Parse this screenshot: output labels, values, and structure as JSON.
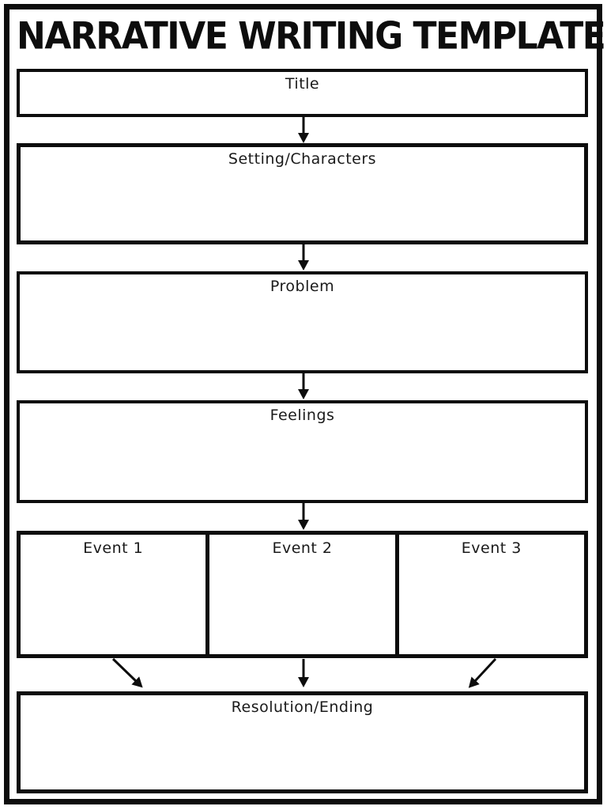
{
  "page": {
    "heading": "NARRATIVE WRITING TEMPLATE"
  },
  "flowchart": {
    "boxes": {
      "title": {
        "label": "Title"
      },
      "setting": {
        "label": "Setting/Characters"
      },
      "problem": {
        "label": "Problem"
      },
      "feelings": {
        "label": "Feelings"
      },
      "event1": {
        "label": "Event 1"
      },
      "event2": {
        "label": "Event 2"
      },
      "event3": {
        "label": "Event 3"
      },
      "resolution": {
        "label": "Resolution/Ending"
      }
    },
    "connections": [
      "title->setting",
      "setting->problem",
      "problem->feelings",
      "feelings->events",
      "event1->resolution",
      "event2->resolution",
      "event3->resolution"
    ],
    "colors": {
      "ink": "#0d0d0d",
      "background": "#ffffff"
    }
  }
}
